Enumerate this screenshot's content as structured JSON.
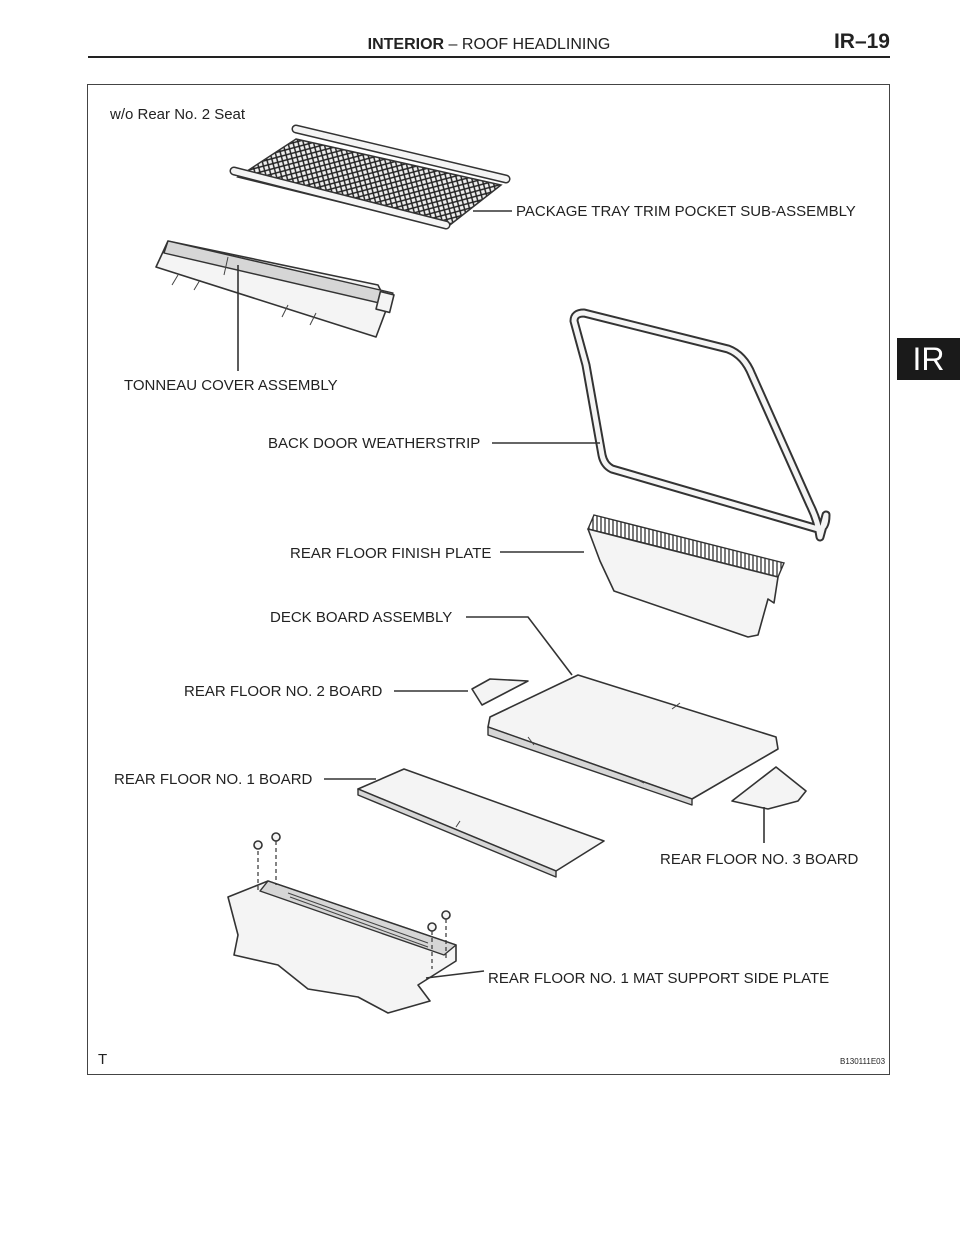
{
  "header": {
    "section": "INTERIOR",
    "separator": "–",
    "subsection": "ROOF HEADLINING",
    "page": "IR–19"
  },
  "side_tab": "IR",
  "figure": {
    "condition": "w/o Rear No. 2 Seat",
    "corner_mark": "T",
    "figure_id": "B130111E03",
    "labels": {
      "package_tray": "PACKAGE TRAY TRIM POCKET SUB-ASSEMBLY",
      "tonneau_cover": "TONNEAU COVER ASSEMBLY",
      "back_door_weatherstrip": "BACK DOOR WEATHERSTRIP",
      "rear_floor_finish_plate": "REAR FLOOR FINISH PLATE",
      "deck_board": "DECK BOARD ASSEMBLY",
      "rear_floor_no2": "REAR FLOOR NO. 2 BOARD",
      "rear_floor_no1": "REAR FLOOR NO. 1 BOARD",
      "rear_floor_no3": "REAR FLOOR NO. 3 BOARD",
      "mat_support": "REAR FLOOR NO. 1 MAT SUPPORT SIDE PLATE"
    }
  }
}
